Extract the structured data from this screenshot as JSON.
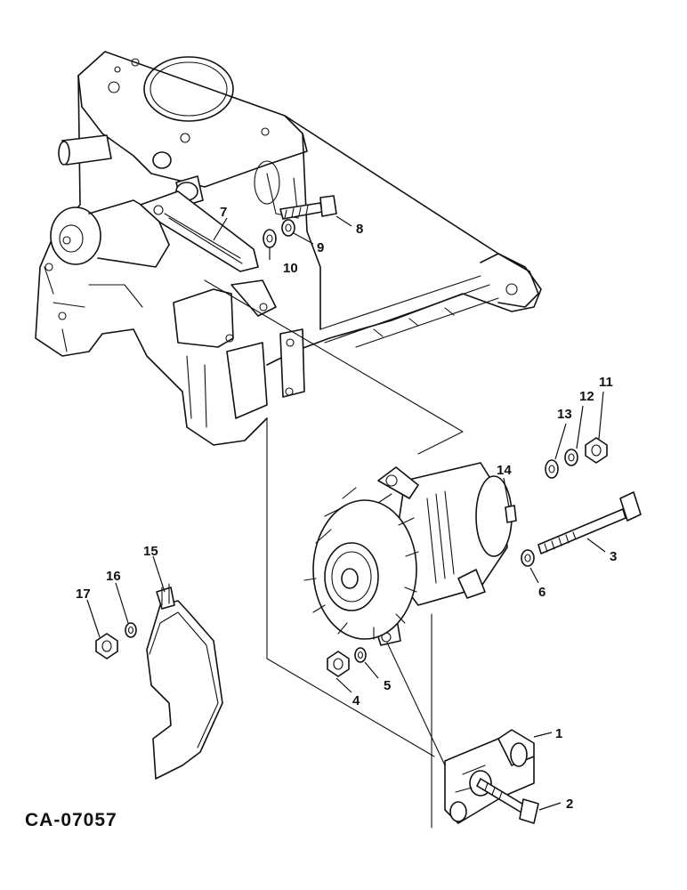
{
  "figure_code": "CA-07057",
  "callouts": [
    "1",
    "2",
    "3",
    "4",
    "5",
    "6",
    "7",
    "8",
    "9",
    "10",
    "11",
    "12",
    "13",
    "14",
    "15",
    "16",
    "17"
  ]
}
